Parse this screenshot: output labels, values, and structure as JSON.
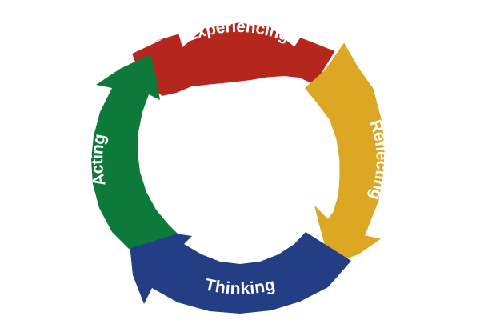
{
  "diagram": {
    "type": "cycle",
    "stages": [
      {
        "label": "Experiencing",
        "color": "#b5271d"
      },
      {
        "label": "Reflecting",
        "color": "#dca823"
      },
      {
        "label": "Thinking",
        "color": "#233e85"
      },
      {
        "label": "Acting",
        "color": "#0e7a3a"
      }
    ],
    "direction": "clockwise"
  }
}
